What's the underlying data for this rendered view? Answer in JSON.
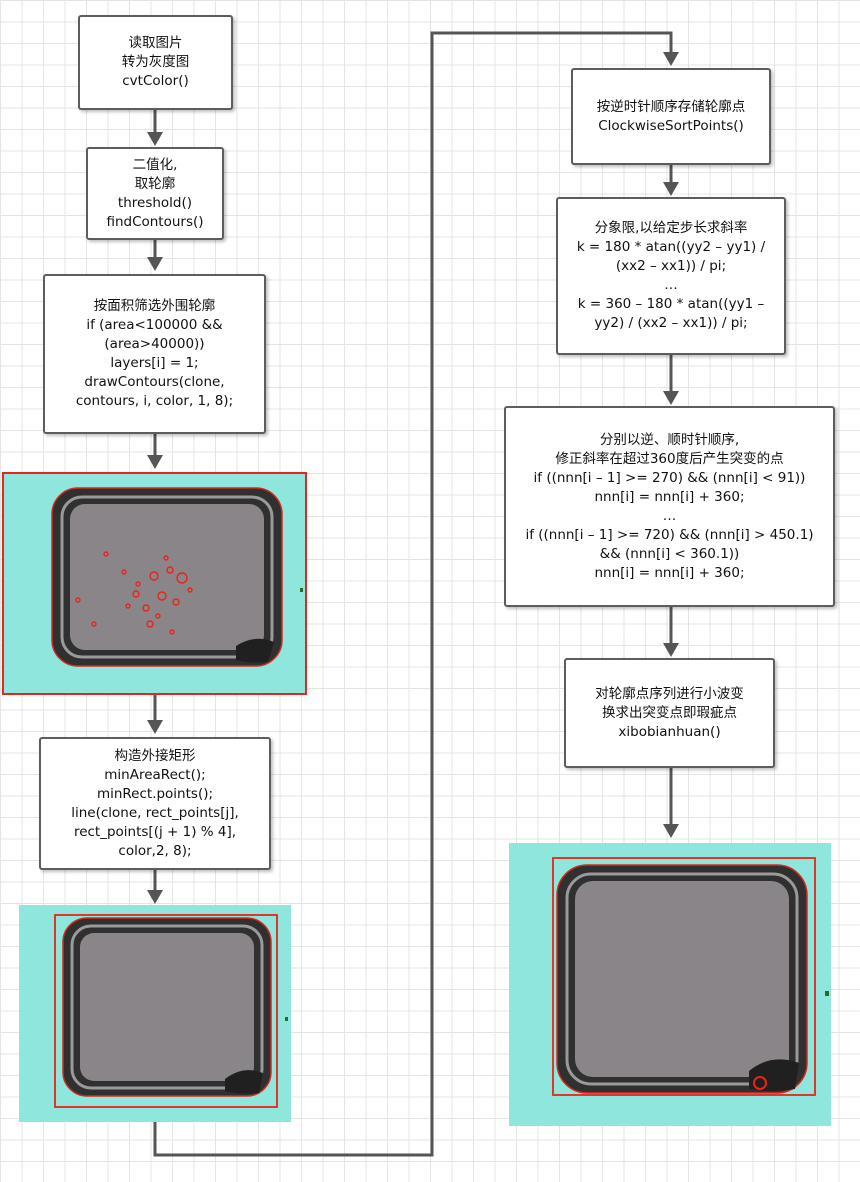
{
  "steps": [
    "读取图片\n转为灰度图\ncvtColor()",
    "二值化,\n取轮廓\nthreshold()\nfindContours()",
    "按面积筛选外围轮廓\nif (area<100000 &&\n(area>40000))\nlayers[i] = 1;\ndrawContours(clone,\ncontours, i, color, 1, 8);",
    "构造外接矩形\nminAreaRect();\nminRect.points();\nline(clone, rect_points[j],\nrect_points[(j + 1) % 4],\ncolor,2, 8);",
    "按逆时针顺序存储轮廓点\nClockwiseSortPoints()",
    "分象限,以给定步长求斜率\nk = 180 * atan((yy2 – yy1) /\n(xx2 – xx1)) / pi;\n…\nk = 360 – 180 * atan((yy1 –\nyy2) / (xx2 – xx1)) / pi;",
    "分别以逆、顺时针顺序,\n修正斜率在超过360度后产生突变的点\nif ((nnn[i – 1] >= 270) && (nnn[i] < 91))\nnnn[i] = nnn[i] + 360;\n…\nif ((nnn[i – 1] >= 720) && (nnn[i] > 450.1)\n&& (nnn[i] < 360.1))\nnnn[i] = nnn[i] + 360;",
    "对轮廓点序列进行小波变\n换求出突变点即瑕疵点\nxibobianhuan()"
  ],
  "colors": {
    "background": "#ffffff",
    "grid": "#e4e4e4",
    "box_border": "#5d5d5d",
    "connector": "#555555",
    "photo_background": "#8fe6dc",
    "contour_red": "#e8241c",
    "chip_dark": "#2f302f",
    "chip_face": "#8a8589"
  }
}
